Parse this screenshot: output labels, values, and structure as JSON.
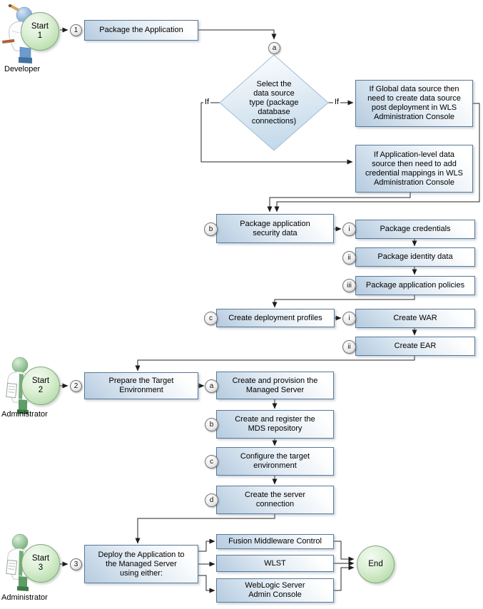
{
  "actors": {
    "developer": {
      "label": "Developer"
    },
    "administrator2": {
      "label": "Administrator"
    },
    "administrator3": {
      "label": "Administrator"
    }
  },
  "terminals": {
    "start1": {
      "line1": "Start",
      "line2": "1"
    },
    "start2": {
      "line1": "Start",
      "line2": "2"
    },
    "start3": {
      "line1": "Start",
      "line2": "3"
    },
    "end": {
      "label": "End"
    }
  },
  "badges": {
    "step1": "1",
    "step2": "2",
    "step3": "3",
    "a1": "a",
    "b1": "b",
    "c1": "c",
    "sec_i": "i",
    "sec_ii": "ii",
    "sec_iii": "iii",
    "prof_i": "i",
    "prof_ii": "ii",
    "r2a": "a",
    "r2b": "b",
    "r2c": "c",
    "r2d": "d"
  },
  "nodes": {
    "package_app": {
      "label": "Package the Application"
    },
    "decision": {
      "label": "Select the\ndata source\ntype (package\ndatabase\nconnections)"
    },
    "if_left": {
      "label": "If"
    },
    "if_right": {
      "label": "If"
    },
    "global_ds": {
      "label": "If Global data source then\nneed to create data source\npost deployment in WLS\nAdministration Console"
    },
    "app_level_ds": {
      "label": "If Application-level data\nsource then need to add\ncredential mappings in WLS\nAdministration Console"
    },
    "pkg_security": {
      "label": "Package application\nsecurity data"
    },
    "pkg_credentials": {
      "label": "Package credentials"
    },
    "pkg_identity": {
      "label": "Package identity data"
    },
    "pkg_policies": {
      "label": "Package application policies"
    },
    "create_profiles": {
      "label": "Create deployment profiles"
    },
    "create_war": {
      "label": "Create WAR"
    },
    "create_ear": {
      "label": "Create EAR"
    },
    "prepare_env": {
      "label": "Prepare the Target\nEnvironment"
    },
    "provision_ms": {
      "label": "Create and provision the\nManaged Server"
    },
    "register_mds": {
      "label": "Create and register the\nMDS repository"
    },
    "config_env": {
      "label": "Configure the target\nenvironment"
    },
    "server_conn": {
      "label": "Create the server\nconnection"
    },
    "deploy_app": {
      "label": "Deploy the Application to\nthe Managed Server\nusing either:"
    },
    "fmw_control": {
      "label": "Fusion Middleware Control"
    },
    "wlst": {
      "label": "WLST"
    },
    "wls_console": {
      "label": "WebLogic Server\nAdmin Console"
    }
  },
  "colors": {
    "box_border": "#5a7894",
    "box_fill": "#b5cbdf",
    "diamond_fill": "#c6dbec",
    "start_fill": "#b9dfae",
    "line": "#262626"
  }
}
